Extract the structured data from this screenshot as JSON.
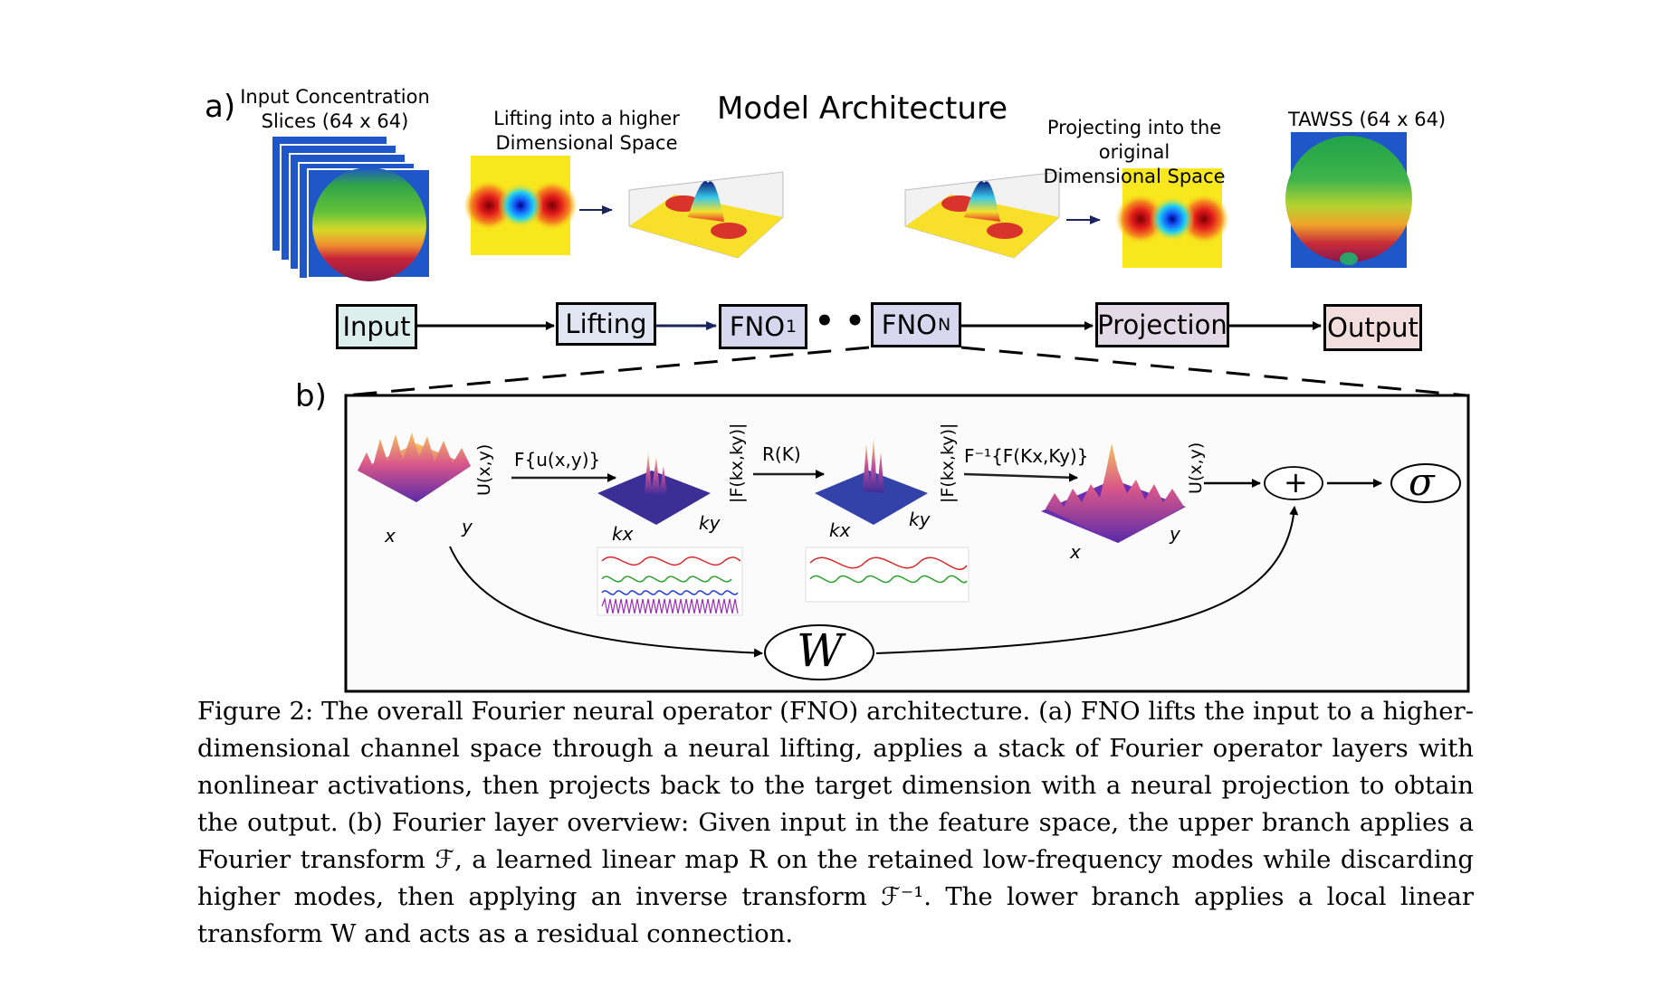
{
  "panel_a": {
    "letter": "a)",
    "title": "Model Architecture",
    "input_label": "Input Concentration\nSlices (64 x 64)",
    "lifting_label": "Lifting into a higher\nDimensional Space",
    "projecting_label": "Projecting into the original\nDimensional Space",
    "output_label": "TAWSS (64 x 64)",
    "pipeline": {
      "input": "Input",
      "lifting": "Lifting",
      "fno1": "FNO",
      "fno1_sub": "1",
      "fnon": "FNO",
      "fnon_sub": "N",
      "projection": "Projection",
      "output": "Output",
      "dots": "• •"
    },
    "colors": {
      "input": "#dcefed",
      "lifting": "#e1e6f2",
      "fno": "#d9d7f0",
      "projection": "#e4d9e6",
      "output": "#f3dede"
    }
  },
  "panel_b": {
    "letter": "b)",
    "fourier_label": "F{u(x,y)}",
    "r_label": "R(K)",
    "inverse_label": "F⁻¹{F(Kx,Ky)}",
    "u_label": "U(x,y)",
    "f_label": "|F(kx,ky)|",
    "x_axis": "x",
    "y_axis": "y",
    "kx_axis": "kx",
    "ky_axis": "ky",
    "plus": "+",
    "sigma": "σ",
    "w": "W"
  },
  "caption": "Figure 2: The overall Fourier neural operator (FNO) architecture. (a) FNO lifts the input to a higher-dimensional channel space through a neural lifting, applies a stack of Fourier operator layers with nonlinear activations, then projects back to the target dimension with a neural projection to obtain the output. (b) Fourier layer overview: Given input in the feature space, the upper branch applies a Fourier transform ℱ, a learned linear map R on the retained low-frequency modes while discarding higher modes, then applying an inverse transform ℱ⁻¹. The lower branch applies a local linear transform W and acts as a residual connection."
}
